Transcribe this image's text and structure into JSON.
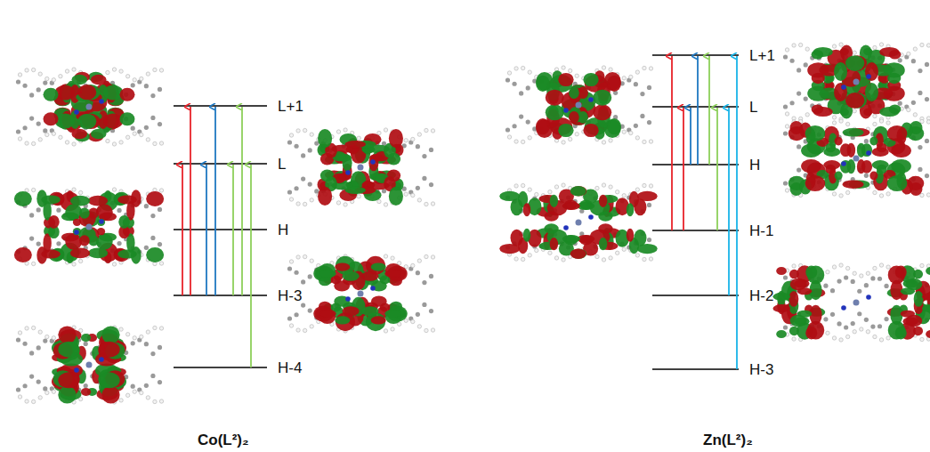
{
  "diagram": {
    "labels": [
      "L+1",
      "L",
      "H",
      "H-3",
      "H-4",
      "L+1",
      "L",
      "H",
      "H-1",
      "H-2",
      "H-3",
      "Co(L²)₂",
      "Zn(L²)₂"
    ]
  }
}
